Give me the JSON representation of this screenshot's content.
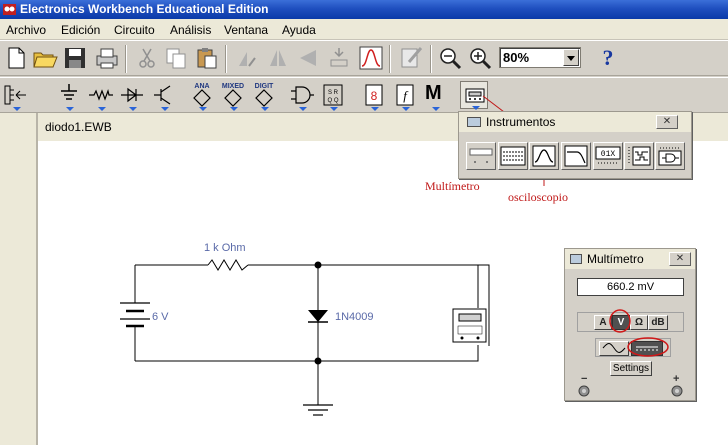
{
  "window": {
    "title": "Electronics Workbench Educational Edition"
  },
  "menu": [
    "Archivo",
    "Edición",
    "Circuito",
    "Análisis",
    "Ventana",
    "Ayuda"
  ],
  "toolbar": {
    "zoom_value": "80%",
    "help_label": "?",
    "icons": [
      "new-icon",
      "open-icon",
      "save-icon",
      "print-icon",
      "cut-icon",
      "copy-icon",
      "paste-icon",
      "rotate-icon",
      "flip-horizontal-icon",
      "flip-vertical-icon",
      "subcircuit-icon",
      "graph-icon",
      "component-properties-icon",
      "zoom-out-icon",
      "zoom-in-icon",
      "help-icon"
    ]
  },
  "parts_bin": {
    "labels": [
      "ANA",
      "MIXED",
      "DIGIT"
    ],
    "m_label": "M"
  },
  "circuit_window": {
    "title": "diodo1.EWB"
  },
  "instruments": {
    "title": "Instrumentos",
    "close": "✕"
  },
  "circuit": {
    "resistor_label": "1 k Ohm",
    "battery_label": "6 V",
    "diode_label": "1N4009"
  },
  "annotations": {
    "multimeter": "Multímetro",
    "oscilloscope": "osciloscopio"
  },
  "multimeter": {
    "title": "Multímetro",
    "reading": "660.2  mV",
    "buttons": [
      "A",
      "V",
      "Ω",
      "dB"
    ],
    "settings": "Settings",
    "minus": "−",
    "plus": "+",
    "close": "✕"
  },
  "colors": {
    "titlebar": "#0a3aa8",
    "annotation": "#c01818",
    "component_label": "#5a6aa8",
    "workspace": "#cfd9e9"
  }
}
